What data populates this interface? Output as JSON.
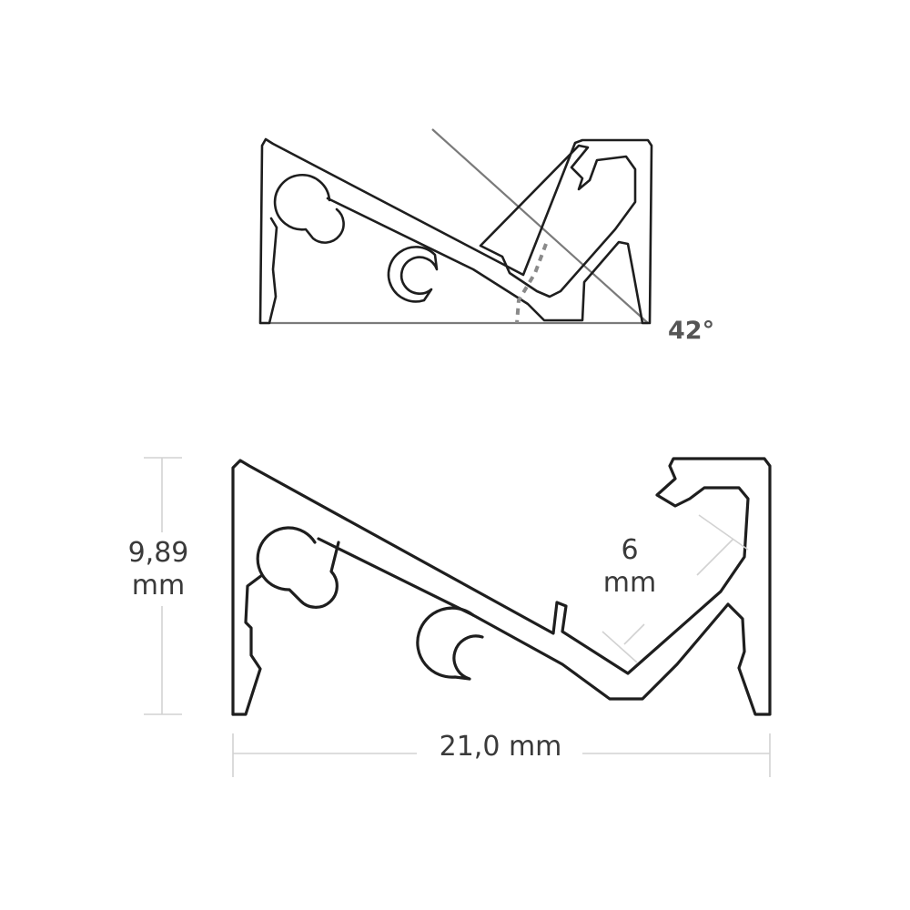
{
  "dimensions": {
    "height_value": "9,89",
    "height_unit": "mm",
    "width": "21,0 mm",
    "inner_value": "6",
    "inner_unit": "mm"
  },
  "angle": {
    "label": "42°"
  }
}
